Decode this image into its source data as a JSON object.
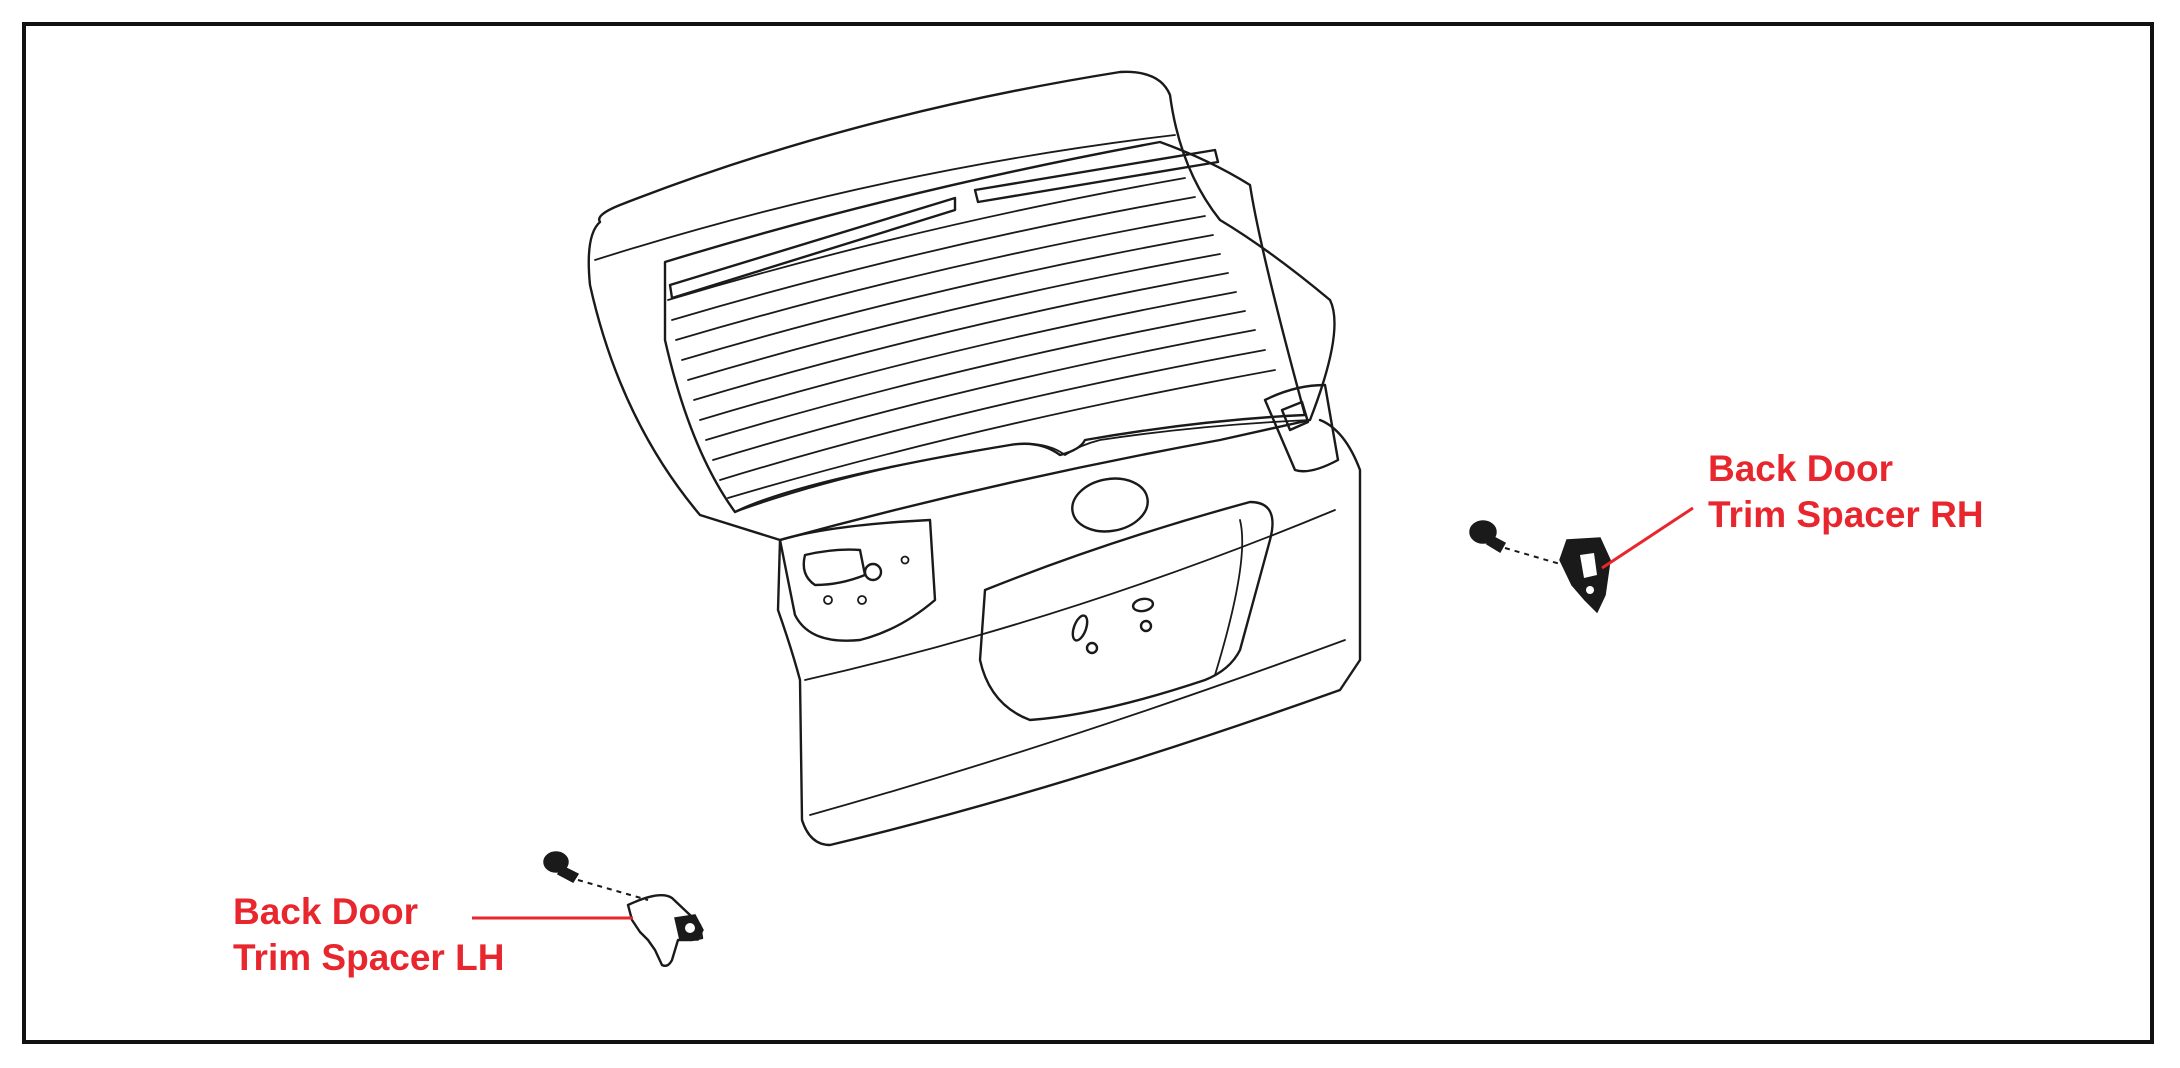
{
  "labels": {
    "rh_line1": "Back Door",
    "rh_line2": "Trim Spacer RH",
    "lh_line1": "Back Door",
    "lh_line2": "Trim Spacer LH"
  },
  "colors": {
    "label": "#e8262d",
    "line_art": "#1a1a1a",
    "border": "#111111",
    "background": "#ffffff"
  }
}
